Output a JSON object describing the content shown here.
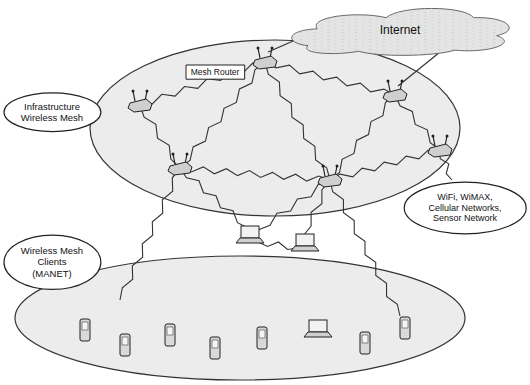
{
  "diagram": {
    "nodes": [
      {
        "text": [
          "Internet"
        ]
      },
      {
        "text": [
          "Mesh Router"
        ]
      },
      {
        "text": [
          "Infrastructure Wireless Mesh"
        ]
      },
      {
        "text": [
          "WiFi, WiMAX, Cellular Networks, Sensor Network"
        ]
      },
      {
        "text": [
          "Wireless Mesh Clients (MANET)"
        ]
      }
    ]
  }
}
